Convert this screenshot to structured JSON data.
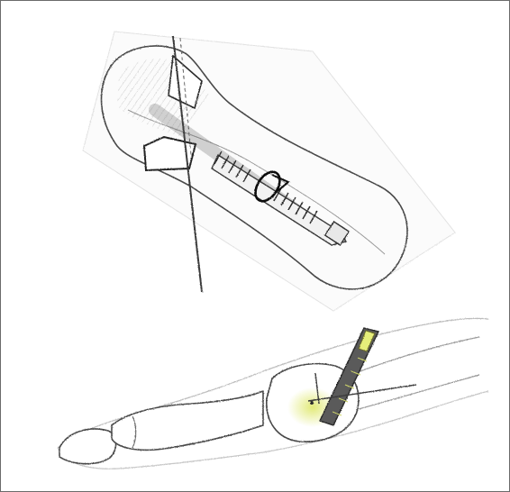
{
  "figure": {
    "type": "medical-sketch",
    "top_panel": {
      "subject": "bone-with-screw-and-guide-wire",
      "icon": "pencil-sketch"
    },
    "bottom_panel": {
      "subject": "foot-lateral-view-with-implant",
      "icon": "pencil-sketch"
    },
    "colors": {
      "background": "#ffffff",
      "frame": "#6b6b6b",
      "pencil": "#4a4a4a",
      "implant_highlight": "#e6ee7a"
    }
  }
}
